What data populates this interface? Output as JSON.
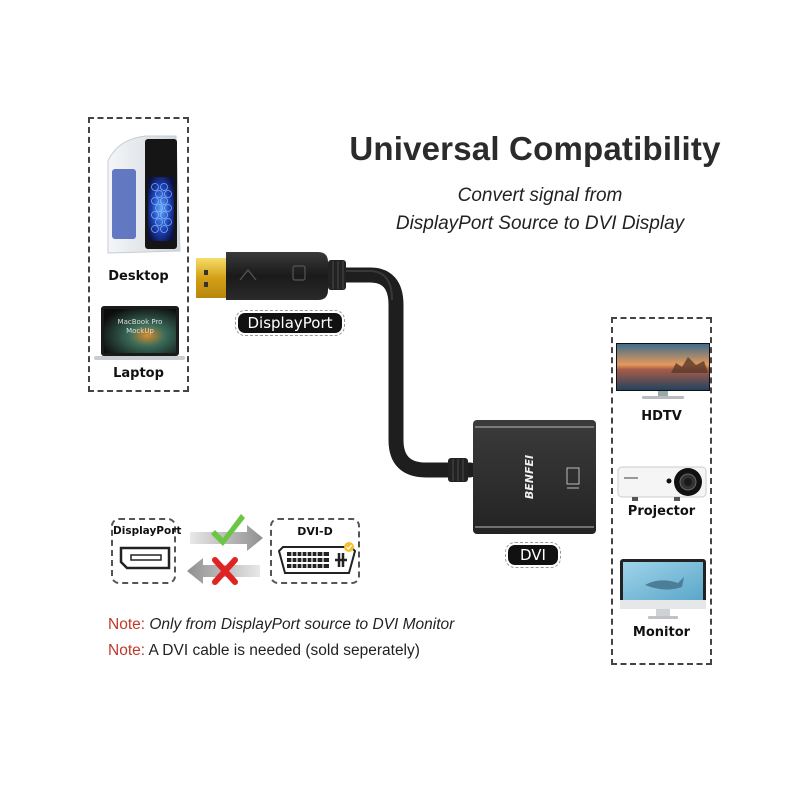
{
  "header": {
    "title": "Universal Compatibility",
    "subtitle_line1": "Convert signal from",
    "subtitle_line2": "DisplayPort Source to DVI Display"
  },
  "source_devices": {
    "items": [
      {
        "label": "Desktop",
        "icon": "desktop-tower-icon"
      },
      {
        "label": "Laptop",
        "icon": "laptop-icon",
        "screen_text_1": "MacBook Pro",
        "screen_text_2": "MockUp"
      }
    ]
  },
  "display_devices": {
    "items": [
      {
        "label": "HDTV",
        "icon": "hdtv-icon"
      },
      {
        "label": "Projector",
        "icon": "projector-icon"
      },
      {
        "label": "Monitor",
        "icon": "monitor-icon"
      }
    ]
  },
  "adapter": {
    "input_label": "DisplayPort",
    "output_label": "DVI",
    "brand": "BENFEI"
  },
  "direction_diagram": {
    "left_label": "DisplayPort",
    "right_label": "DVI-D",
    "forward": "check-icon",
    "reverse": "cross-icon"
  },
  "notes": [
    {
      "label": "Note:",
      "text": "Only from DisplayPort source to DVI Monitor",
      "italic": true
    },
    {
      "label": "Note:",
      "text": "A DVI cable is needed (sold seperately)",
      "italic": false
    }
  ],
  "colors": {
    "note_label": "#c0392b",
    "check": "#6cc644",
    "cross": "#e02424",
    "gold": "#d4a017",
    "cable": "#1e1e1e"
  }
}
